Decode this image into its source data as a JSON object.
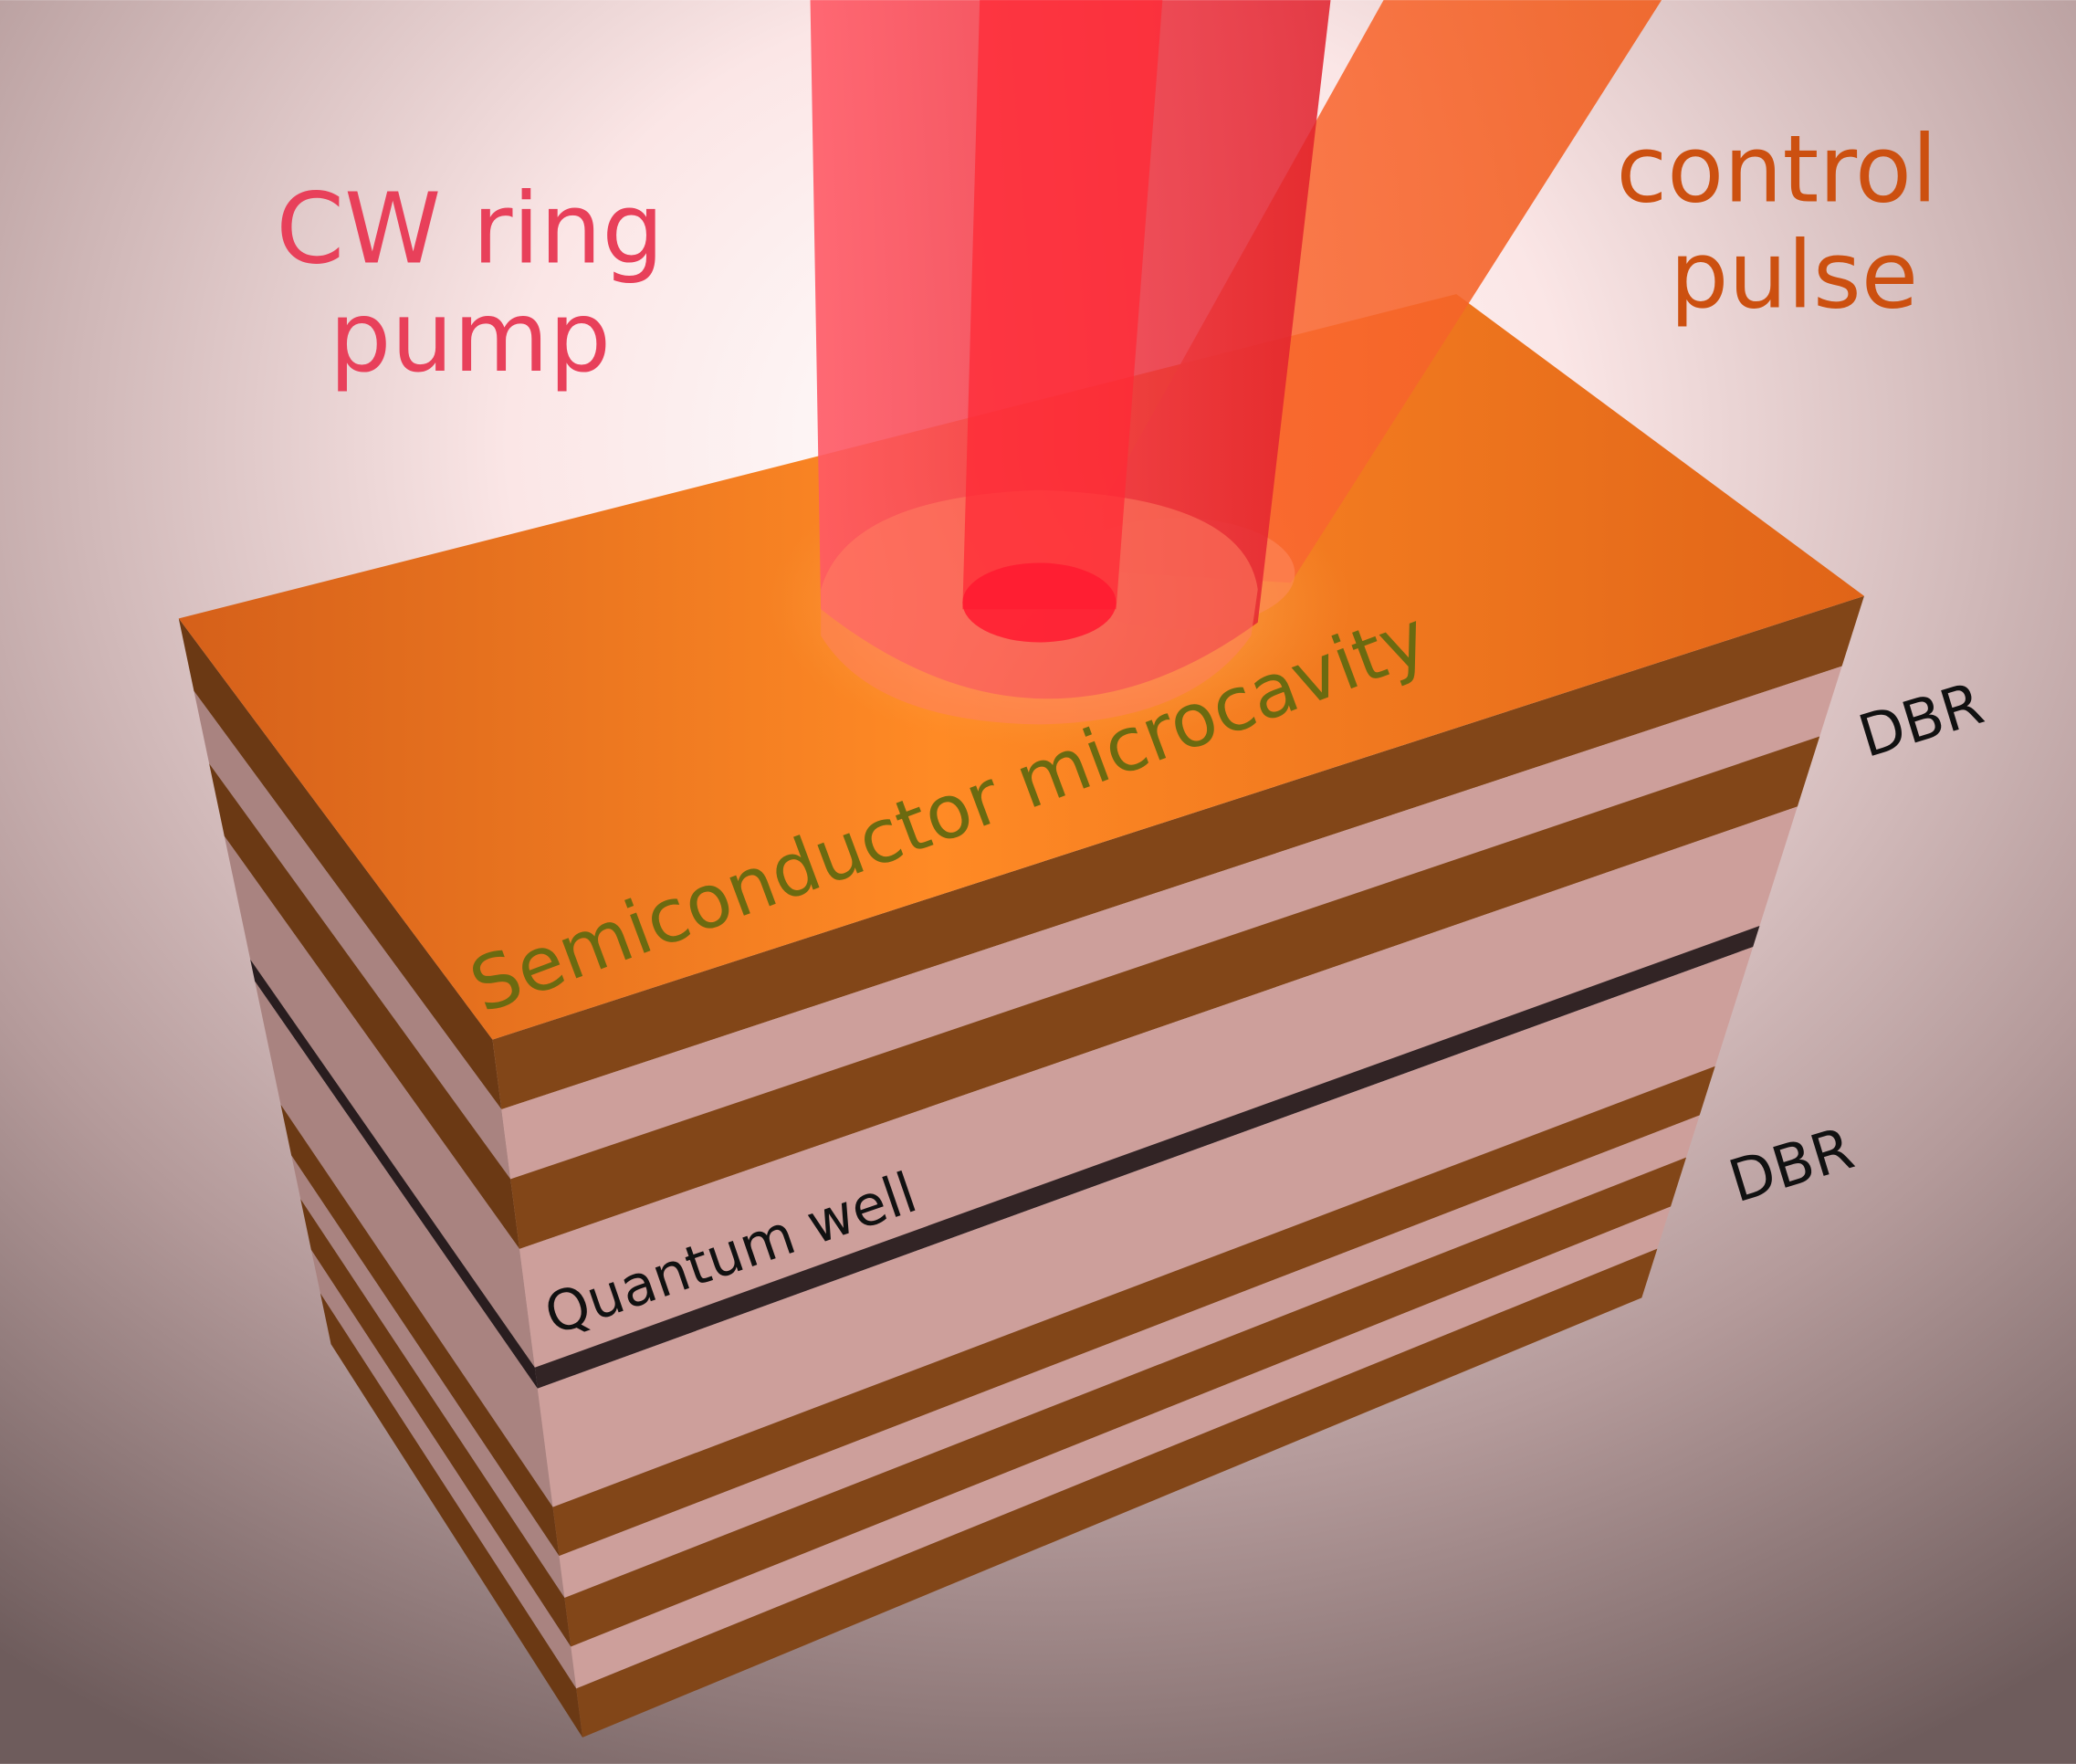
{
  "labels": {
    "pump_line1": "CW ring",
    "pump_line2": "pump",
    "control_line1": "control",
    "control_line2": "pulse",
    "microcavity": "Semiconductor microcavity",
    "quantum_well": "Quantum well",
    "dbr_top": "DBR",
    "dbr_bottom": "DBR"
  },
  "colors": {
    "pump": "#e8405a",
    "control": "#cc5010",
    "microcavity_text": "#6b6a10",
    "dbr_layer": "#8a4a1a",
    "spacer_layer": "#d9a8a4",
    "quantum_well": "#352628"
  }
}
